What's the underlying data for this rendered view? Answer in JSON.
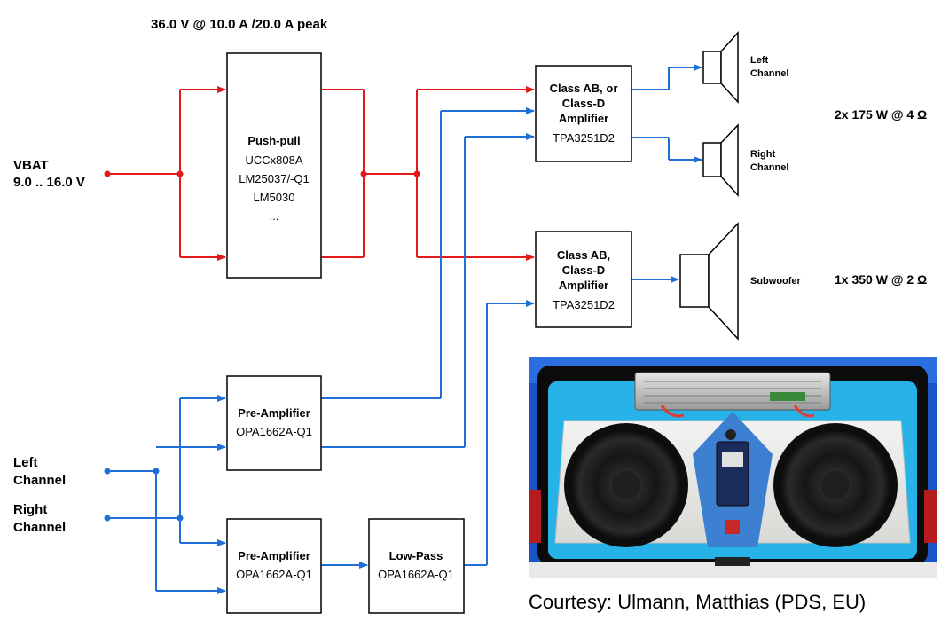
{
  "header": {
    "power_spec": "36.0 V @ 10.0 A /20.0 A peak"
  },
  "inputs": {
    "vbat_label": "VBAT",
    "vbat_range": "9.0 .. 16.0 V",
    "left_line1": "Left",
    "left_line2": "Channel",
    "right_line1": "Right",
    "right_line2": "Channel"
  },
  "blocks": {
    "push_pull": {
      "title": "Push-pull",
      "parts": [
        "UCCx808A",
        "LM25037/-Q1",
        "LM5030",
        "..."
      ]
    },
    "amp_top": {
      "title": [
        "Class AB, or",
        "Class-D",
        "Amplifier"
      ],
      "part": "TPA3251D2"
    },
    "amp_bottom": {
      "title": [
        "Class AB,",
        "Class-D",
        "Amplifier"
      ],
      "part": "TPA3251D2"
    },
    "preamp_1": {
      "title": "Pre-Amplifier",
      "part": "OPA1662A-Q1"
    },
    "preamp_2": {
      "title": "Pre-Amplifier",
      "part": "OPA1662A-Q1"
    },
    "lowpass": {
      "title": "Low-Pass",
      "part": "OPA1662A-Q1"
    }
  },
  "outputs": {
    "left_speaker": [
      "Left",
      "Channel"
    ],
    "right_speaker": [
      "Right",
      "Channel"
    ],
    "subwoofer": "Subwoofer",
    "stereo_power": "2x 175 W @ 4 Ω",
    "sub_power": "1x 350 W @ 2 Ω"
  },
  "photo": {
    "caption": "Courtesy: Ulmann, Matthias (PDS, EU)"
  },
  "colors": {
    "power": "#e31a1c",
    "signal": "#1f6fd6",
    "trunk_blue": "#37b6e6"
  }
}
